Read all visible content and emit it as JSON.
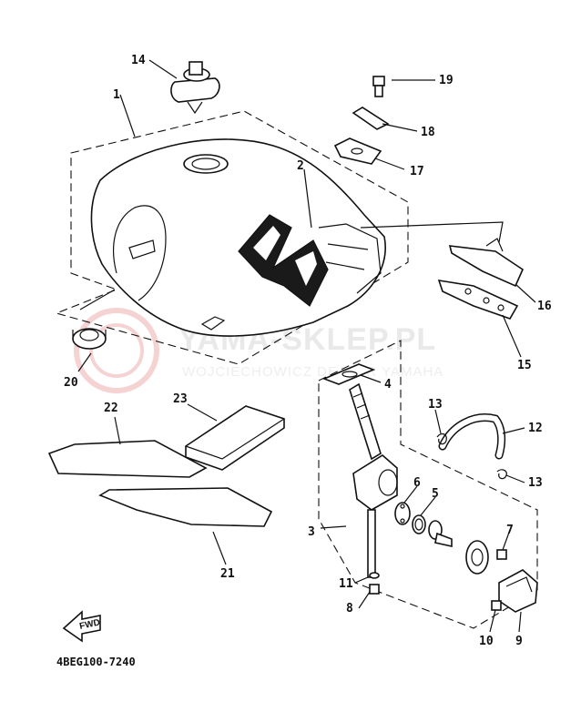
{
  "watermark": {
    "line1": "YAMA-SKLEP.PL",
    "line2": "WOJCIECHOWICZ DEALER YAMAHA"
  },
  "diagram_code": "4BEG100-7240",
  "direction_label": "FWD",
  "callouts": [
    {
      "id": "c1",
      "label": "1"
    },
    {
      "id": "c2",
      "label": "2"
    },
    {
      "id": "c3",
      "label": "3"
    },
    {
      "id": "c4",
      "label": "4"
    },
    {
      "id": "c5",
      "label": "5"
    },
    {
      "id": "c6",
      "label": "6"
    },
    {
      "id": "c7",
      "label": "7"
    },
    {
      "id": "c8",
      "label": "8"
    },
    {
      "id": "c9",
      "label": "9"
    },
    {
      "id": "c10",
      "label": "10"
    },
    {
      "id": "c11",
      "label": "11"
    },
    {
      "id": "c12",
      "label": "12"
    },
    {
      "id": "c13a",
      "label": "13"
    },
    {
      "id": "c13b",
      "label": "13"
    },
    {
      "id": "c14",
      "label": "14"
    },
    {
      "id": "c15",
      "label": "15"
    },
    {
      "id": "c16",
      "label": "16"
    },
    {
      "id": "c17",
      "label": "17"
    },
    {
      "id": "c18",
      "label": "18"
    },
    {
      "id": "c19",
      "label": "19"
    },
    {
      "id": "c20",
      "label": "20"
    },
    {
      "id": "c21",
      "label": "21"
    },
    {
      "id": "c22",
      "label": "22"
    },
    {
      "id": "c23",
      "label": "23"
    }
  ]
}
